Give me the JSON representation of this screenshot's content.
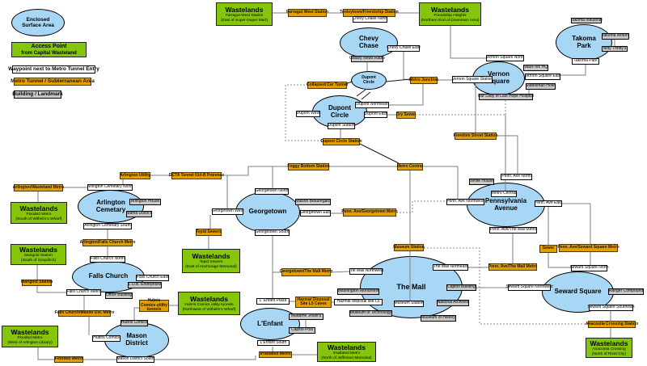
{
  "title": "Metro map of enclosed surface areas and tunnels",
  "colors": {
    "surface": "#A8D7F5",
    "access": "#85C50C",
    "tunnel": "#E39E00",
    "waypoint": "#FFFFFF",
    "building": "#C9C9C9"
  },
  "nodes": [
    {
      "id": "legend-surface-ellipse",
      "kind": "ellipse",
      "label": "Enclosed\nSurface Area"
    },
    {
      "id": "chevy-chase",
      "kind": "ellipse",
      "label": "Chevy\nChase"
    },
    {
      "id": "dupont-circle-small",
      "kind": "ellipse",
      "label": "Dupont\nCircle"
    },
    {
      "id": "takoma-park",
      "kind": "ellipse",
      "label": "Takoma\nPark"
    },
    {
      "id": "vernon-square",
      "kind": "ellipse",
      "label": "Vernon\nSquare"
    },
    {
      "id": "dupont-circle",
      "kind": "ellipse",
      "label": "Dupont\nCircle"
    },
    {
      "id": "arlington-cemetary",
      "kind": "ellipse",
      "label": "Arlington\nCemetary"
    },
    {
      "id": "georgetown",
      "kind": "ellipse",
      "label": "Georgetown"
    },
    {
      "id": "pennsylvania-avenue",
      "kind": "ellipse",
      "label": "Pennsylvania\nAvenue"
    },
    {
      "id": "falls-church",
      "kind": "ellipse",
      "label": "Falls Church"
    },
    {
      "id": "mason-district",
      "kind": "ellipse",
      "label": "Mason\nDistrict"
    },
    {
      "id": "lenfant",
      "kind": "ellipse",
      "label": "L'Enfant"
    },
    {
      "id": "the-mall",
      "kind": "ellipse",
      "label": "The Mall"
    },
    {
      "id": "seward-square",
      "kind": "ellipse",
      "label": "Seward Square"
    },
    {
      "id": "legend-access",
      "kind": "green",
      "title": "Access Point",
      "line1": "from Capital Wasteland"
    },
    {
      "id": "wl-farragut",
      "kind": "green",
      "title": "Wastelands",
      "line1": "Farragut West Station",
      "line2": "(East of Super-Duper Mart)"
    },
    {
      "id": "wl-friendship",
      "kind": "green",
      "title": "Wastelands",
      "line1": "Friendship Heights",
      "line2": "(Northern End of Downtown Area)"
    },
    {
      "id": "wl-flooded-south",
      "kind": "green",
      "title": "Wastelands",
      "line1": "Flooded Metro",
      "line2": "(South of Wilhelm's Wharf)"
    },
    {
      "id": "wl-marigold",
      "kind": "green",
      "title": "Wastelands",
      "line1": "Marigold Station",
      "line2": "(South of Grayditch)"
    },
    {
      "id": "wl-tepid",
      "kind": "green",
      "title": "Wastelands",
      "line1": "Tepid Sewers",
      "line2": "(East of Anchorage Memorial)"
    },
    {
      "id": "wl-hubris",
      "kind": "green",
      "title": "Wastelands",
      "line1": "Hubris Comics utility tunnels",
      "line2": "(Northwest of Wilhelm's Wharf)"
    },
    {
      "id": "wl-flooded-west",
      "kind": "green",
      "title": "Wastelands",
      "line1": "Flooded Metro",
      "line2": "(West of Arlington Library)"
    },
    {
      "id": "wl-irradiated",
      "kind": "green",
      "title": "Wastelands",
      "line1": "Irradiated Metro",
      "line2": "(North of Jefferson Memorial)"
    },
    {
      "id": "wl-anacostia",
      "kind": "green",
      "title": "Wastelands",
      "line1": "Anacostia Crossing",
      "line2": "(North of Rivet City)"
    },
    {
      "id": "legend-metro-tunnel",
      "kind": "orange",
      "label": "Metro Tunnel / Subterranean Area"
    },
    {
      "id": "farragut-west-station",
      "kind": "orange",
      "label": "Farragut West Station"
    },
    {
      "id": "tenleytown-friendship-station",
      "kind": "orange",
      "label": "Tenleytown/Friendship Station"
    },
    {
      "id": "collapsed-car-tunnel",
      "kind": "orange",
      "label": "Collapsed Car Tunnel"
    },
    {
      "id": "metro-junction",
      "kind": "orange",
      "label": "Metro Junction"
    },
    {
      "id": "dry-sewer",
      "kind": "orange",
      "label": "Dry Sewer"
    },
    {
      "id": "dupont-circle-station",
      "kind": "orange",
      "label": "Dupont Circle Station"
    },
    {
      "id": "foggy-bottom-station",
      "kind": "orange",
      "label": "Foggy Bottom Station"
    },
    {
      "id": "metro-central-junction",
      "kind": "orange",
      "label": "Metro Central"
    },
    {
      "id": "freedom-street-station",
      "kind": "orange",
      "label": "Freedom Street Station"
    },
    {
      "id": "arlington-utility",
      "kind": "orange",
      "label": "Arlington Utility"
    },
    {
      "id": "dcta-tunnel",
      "kind": "orange",
      "label": "DCTA Tunnel 014-B Potomac"
    },
    {
      "id": "arlington-wasteland-metro",
      "kind": "orange",
      "label": "Arlington/Wasteland Metro"
    },
    {
      "id": "arlington-falls-church-metro",
      "kind": "orange",
      "label": "Arlington/Falls Church Metro"
    },
    {
      "id": "penn-ave-georgetown-metro",
      "kind": "orange",
      "label": "Penn. Ave/Georgetown Metro"
    },
    {
      "id": "tepid-sewers",
      "kind": "orange",
      "label": "Tepid Sewers"
    },
    {
      "id": "georgetown-the-mall-metro",
      "kind": "orange",
      "label": "Georgetown/The Mall Metro"
    },
    {
      "id": "museum-station-tunnel",
      "kind": "orange",
      "label": "Museum Station"
    },
    {
      "id": "penn-ave-the-mall-metro-tunnel",
      "kind": "orange",
      "label": "Penn. Ave/The Mall Metro"
    },
    {
      "id": "sewer",
      "kind": "orange",
      "label": "Sewer"
    },
    {
      "id": "penn-ave-seward-square-metro",
      "kind": "orange",
      "label": "Penn. Ave/Seward Square Metro"
    },
    {
      "id": "anacostia-crossing-station",
      "kind": "orange",
      "label": "Anacostia Crossing Station"
    },
    {
      "id": "marigold-station",
      "kind": "orange",
      "label": "Marigold Station"
    },
    {
      "id": "falls-church-mason-dst-metro",
      "kind": "orange",
      "label": "Falls Church/Mason Dst. Metro"
    },
    {
      "id": "hubris-comics-utility-tunnels",
      "kind": "orange",
      "label": "Hubris Comics utility tunnels"
    },
    {
      "id": "flooded-metro",
      "kind": "orange",
      "label": "Flooded Metro"
    },
    {
      "id": "irradiated-metro",
      "kind": "orange",
      "label": "Irradiated Metro"
    },
    {
      "id": "hazmat-disposal-site-l5-caves",
      "kind": "orange",
      "label": "Hazmat Disposal Site L5 Caves"
    },
    {
      "id": "legend-waypoint",
      "kind": "white",
      "label": "Waypoint next to Metro Tunnel Entry"
    },
    {
      "id": "chevy-chase-north",
      "kind": "white",
      "label": "Chevy Chase North"
    },
    {
      "id": "chevy-chase-east",
      "kind": "white",
      "label": "Chevy Chase East"
    },
    {
      "id": "vernon-square-north",
      "kind": "white",
      "label": "Vernon Square North"
    },
    {
      "id": "vernon-square-station",
      "kind": "white",
      "label": "Vernon Square Station"
    },
    {
      "id": "vernon-square-east",
      "kind": "white",
      "label": "Vernon Square East"
    },
    {
      "id": "takoma-park-waypoint",
      "kind": "white",
      "label": "Takoma Park"
    },
    {
      "id": "dupont-west",
      "kind": "white",
      "label": "Dupont West"
    },
    {
      "id": "dupont-northeast",
      "kind": "white",
      "label": "Dupont Northeast"
    },
    {
      "id": "dupont-east",
      "kind": "white",
      "label": "Dupont East"
    },
    {
      "id": "dupont-station",
      "kind": "white",
      "label": "Dupont Station"
    },
    {
      "id": "penn-ave-north",
      "kind": "white",
      "label": "Penn. Ave North"
    },
    {
      "id": "metro-central-waypoint",
      "kind": "white",
      "label": "Metro Central"
    },
    {
      "id": "penn-ave-northwest",
      "kind": "white",
      "label": "Penn. Ave Northwest"
    },
    {
      "id": "penn-ave-east",
      "kind": "white",
      "label": "Penn. Ave East"
    },
    {
      "id": "penn-ave-the-mall-metro-waypoint",
      "kind": "white",
      "label": "Penn. Ave/The Mall Metro"
    },
    {
      "id": "georgetown-north",
      "kind": "white",
      "label": "Georgetown North"
    },
    {
      "id": "georgetown-west",
      "kind": "white",
      "label": "Georgetown West"
    },
    {
      "id": "georgetown-east",
      "kind": "white",
      "label": "Georgetown East"
    },
    {
      "id": "georgetown-south",
      "kind": "white",
      "label": "Georgetown South"
    },
    {
      "id": "arlington-cemetary-north",
      "kind": "white",
      "label": "Arlington Cemetary North"
    },
    {
      "id": "arlington-cemetary-south",
      "kind": "white",
      "label": "Arlington Cemetary South"
    },
    {
      "id": "falls-church-north",
      "kind": "white",
      "label": "Falls Church North"
    },
    {
      "id": "falls-church-east",
      "kind": "white",
      "label": "Falls Church East"
    },
    {
      "id": "falls-church-metro",
      "kind": "white",
      "label": "Falls Church Metro"
    },
    {
      "id": "hubris-comics-waypoint",
      "kind": "white",
      "label": "Hubris Comics"
    },
    {
      "id": "mason-district-south",
      "kind": "white",
      "label": "Mason District South"
    },
    {
      "id": "lenfant-plaza",
      "kind": "white",
      "label": "L' Enfant Plaza"
    },
    {
      "id": "lenfant-south",
      "kind": "white",
      "label": "L'Enfant South"
    },
    {
      "id": "hazmat-disposal-site-l5",
      "kind": "white",
      "label": "Hazmat disposal site L5"
    },
    {
      "id": "the-mall-northwest",
      "kind": "white",
      "label": "The Mall Northwest"
    },
    {
      "id": "the-mall-northeast",
      "kind": "white",
      "label": "The Mall Northeast"
    },
    {
      "id": "museum-station-waypoint",
      "kind": "white",
      "label": "Museum Station"
    },
    {
      "id": "seward-square-northwest",
      "kind": "white",
      "label": "Seward Square Northwest"
    },
    {
      "id": "seward-square-north",
      "kind": "white",
      "label": "Seward Square North"
    },
    {
      "id": "seward-square-southeast",
      "kind": "white",
      "label": "Seward Square Southeast"
    },
    {
      "id": "legend-building",
      "kind": "grey",
      "label": "Building / Landmark"
    },
    {
      "id": "galaxy-news-radio",
      "kind": "grey",
      "label": "Galaxy News Radio"
    },
    {
      "id": "takoma-industrial",
      "kind": "grey",
      "label": "Takoma Industrial"
    },
    {
      "id": "takoma-motors",
      "kind": "grey",
      "label": "Takoma Motors"
    },
    {
      "id": "nifty-thriftys",
      "kind": "grey",
      "label": "Nifty Thrifty's"
    },
    {
      "id": "vault-tec-hq",
      "kind": "grey",
      "label": "Vault-Tec HQ"
    },
    {
      "id": "statesman-hotel",
      "kind": "grey",
      "label": "Statesman Hotel"
    },
    {
      "id": "our-lady-of-last-hope-hospital",
      "kind": "grey",
      "label": "Our Lady of Last Hope Hospital"
    },
    {
      "id": "white-house",
      "kind": "grey",
      "label": "White House"
    },
    {
      "id": "maison-beauregard",
      "kind": "grey",
      "label": "Maison Beauregard"
    },
    {
      "id": "arlington-house",
      "kind": "grey",
      "label": "Arlington House"
    },
    {
      "id": "mama-dolces",
      "kind": "grey",
      "label": "Mama Dolce's"
    },
    {
      "id": "lob-enterprises",
      "kind": "grey",
      "label": "L.O.B. Enterprises"
    },
    {
      "id": "office-building",
      "kind": "grey",
      "label": "Office Building"
    },
    {
      "id": "hubris-comics-building",
      "kind": "grey",
      "label": "Hubris Comics"
    },
    {
      "id": "madame-jealles",
      "kind": "grey",
      "label": "Madame Jealle's"
    },
    {
      "id": "capitol-post",
      "kind": "grey",
      "label": "Capitol Post"
    },
    {
      "id": "washington-monument",
      "kind": "grey",
      "label": "Washington Monument"
    },
    {
      "id": "museum-of-technology",
      "kind": "grey",
      "label": "Museum of Technology"
    },
    {
      "id": "museum-of-history",
      "kind": "grey",
      "label": "Museum of History"
    },
    {
      "id": "national-archives",
      "kind": "grey",
      "label": "National Archives"
    },
    {
      "id": "capitol-building",
      "kind": "grey",
      "label": "Capitol Building"
    },
    {
      "id": "ranger-compound",
      "kind": "grey",
      "label": "Ranger Compound"
    }
  ]
}
